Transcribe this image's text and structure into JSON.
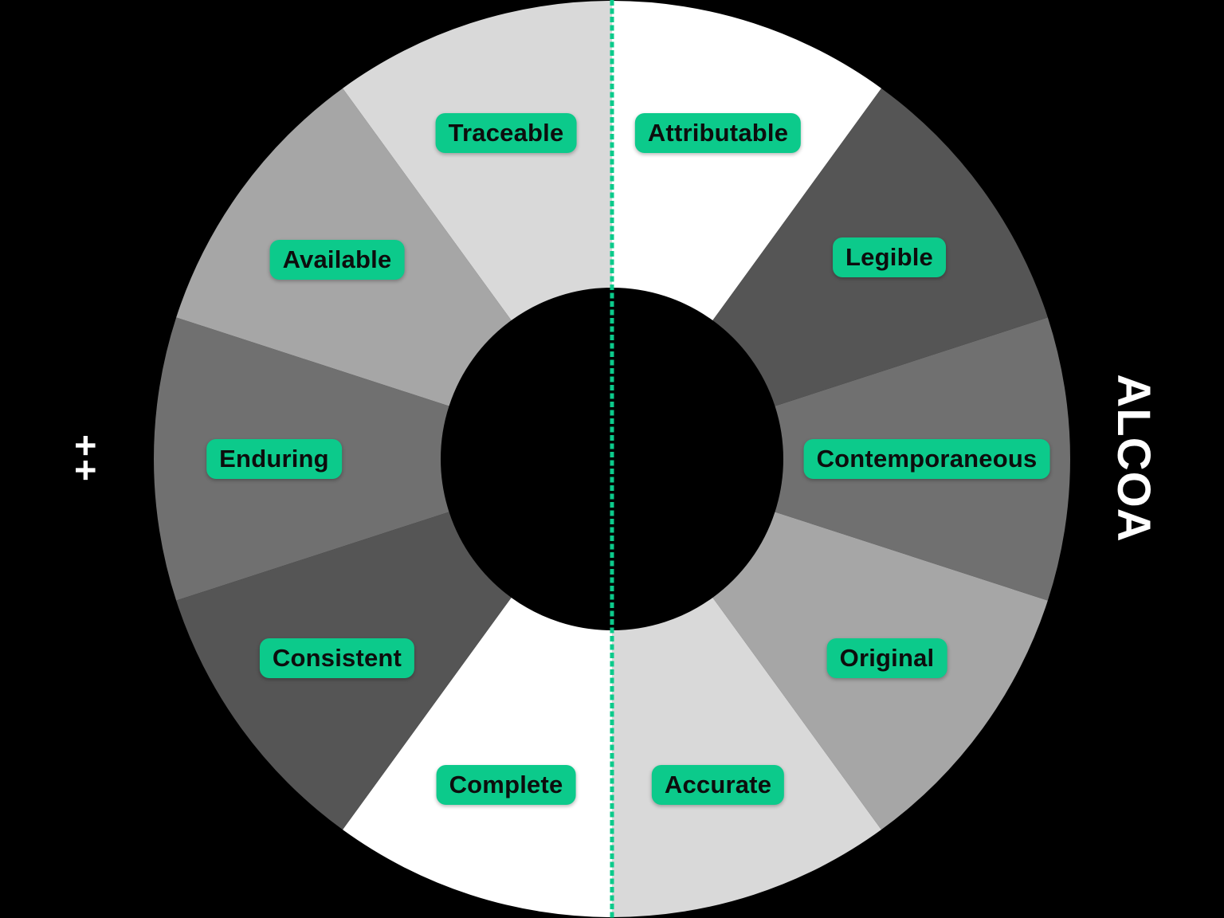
{
  "canvas": {
    "bg": "#000000"
  },
  "accent_green": "#0CCA8B",
  "side_right": {
    "text": "ALCOA"
  },
  "side_left": {
    "text": "++"
  },
  "divider": {
    "style": "dashed-vertical-line",
    "color": "#0CCA8B"
  },
  "wheel": {
    "type": "donut-10-segments",
    "label_bg": "#0CCA8B",
    "label_text_color": "#0d0d0d",
    "segments": [
      {
        "label": "Attributable",
        "color": "#FFFFFF"
      },
      {
        "label": "Legible",
        "color": "#555555"
      },
      {
        "label": "Contemporaneous",
        "color": "#707070",
        "label_radius": 395
      },
      {
        "label": "Original",
        "color": "#A6A6A6",
        "label_radius": 426
      },
      {
        "label": "Accurate",
        "color": "#D9D9D9"
      },
      {
        "label": "Complete",
        "color": "#FFFFFF"
      },
      {
        "label": "Consistent",
        "color": "#555555",
        "label_radius": 426
      },
      {
        "label": "Enduring",
        "color": "#707070",
        "label_radius": 424
      },
      {
        "label": "Available",
        "color": "#A6A6A6",
        "label_radius": 426
      },
      {
        "label": "Traceable",
        "color": "#D9D9D9"
      }
    ]
  }
}
